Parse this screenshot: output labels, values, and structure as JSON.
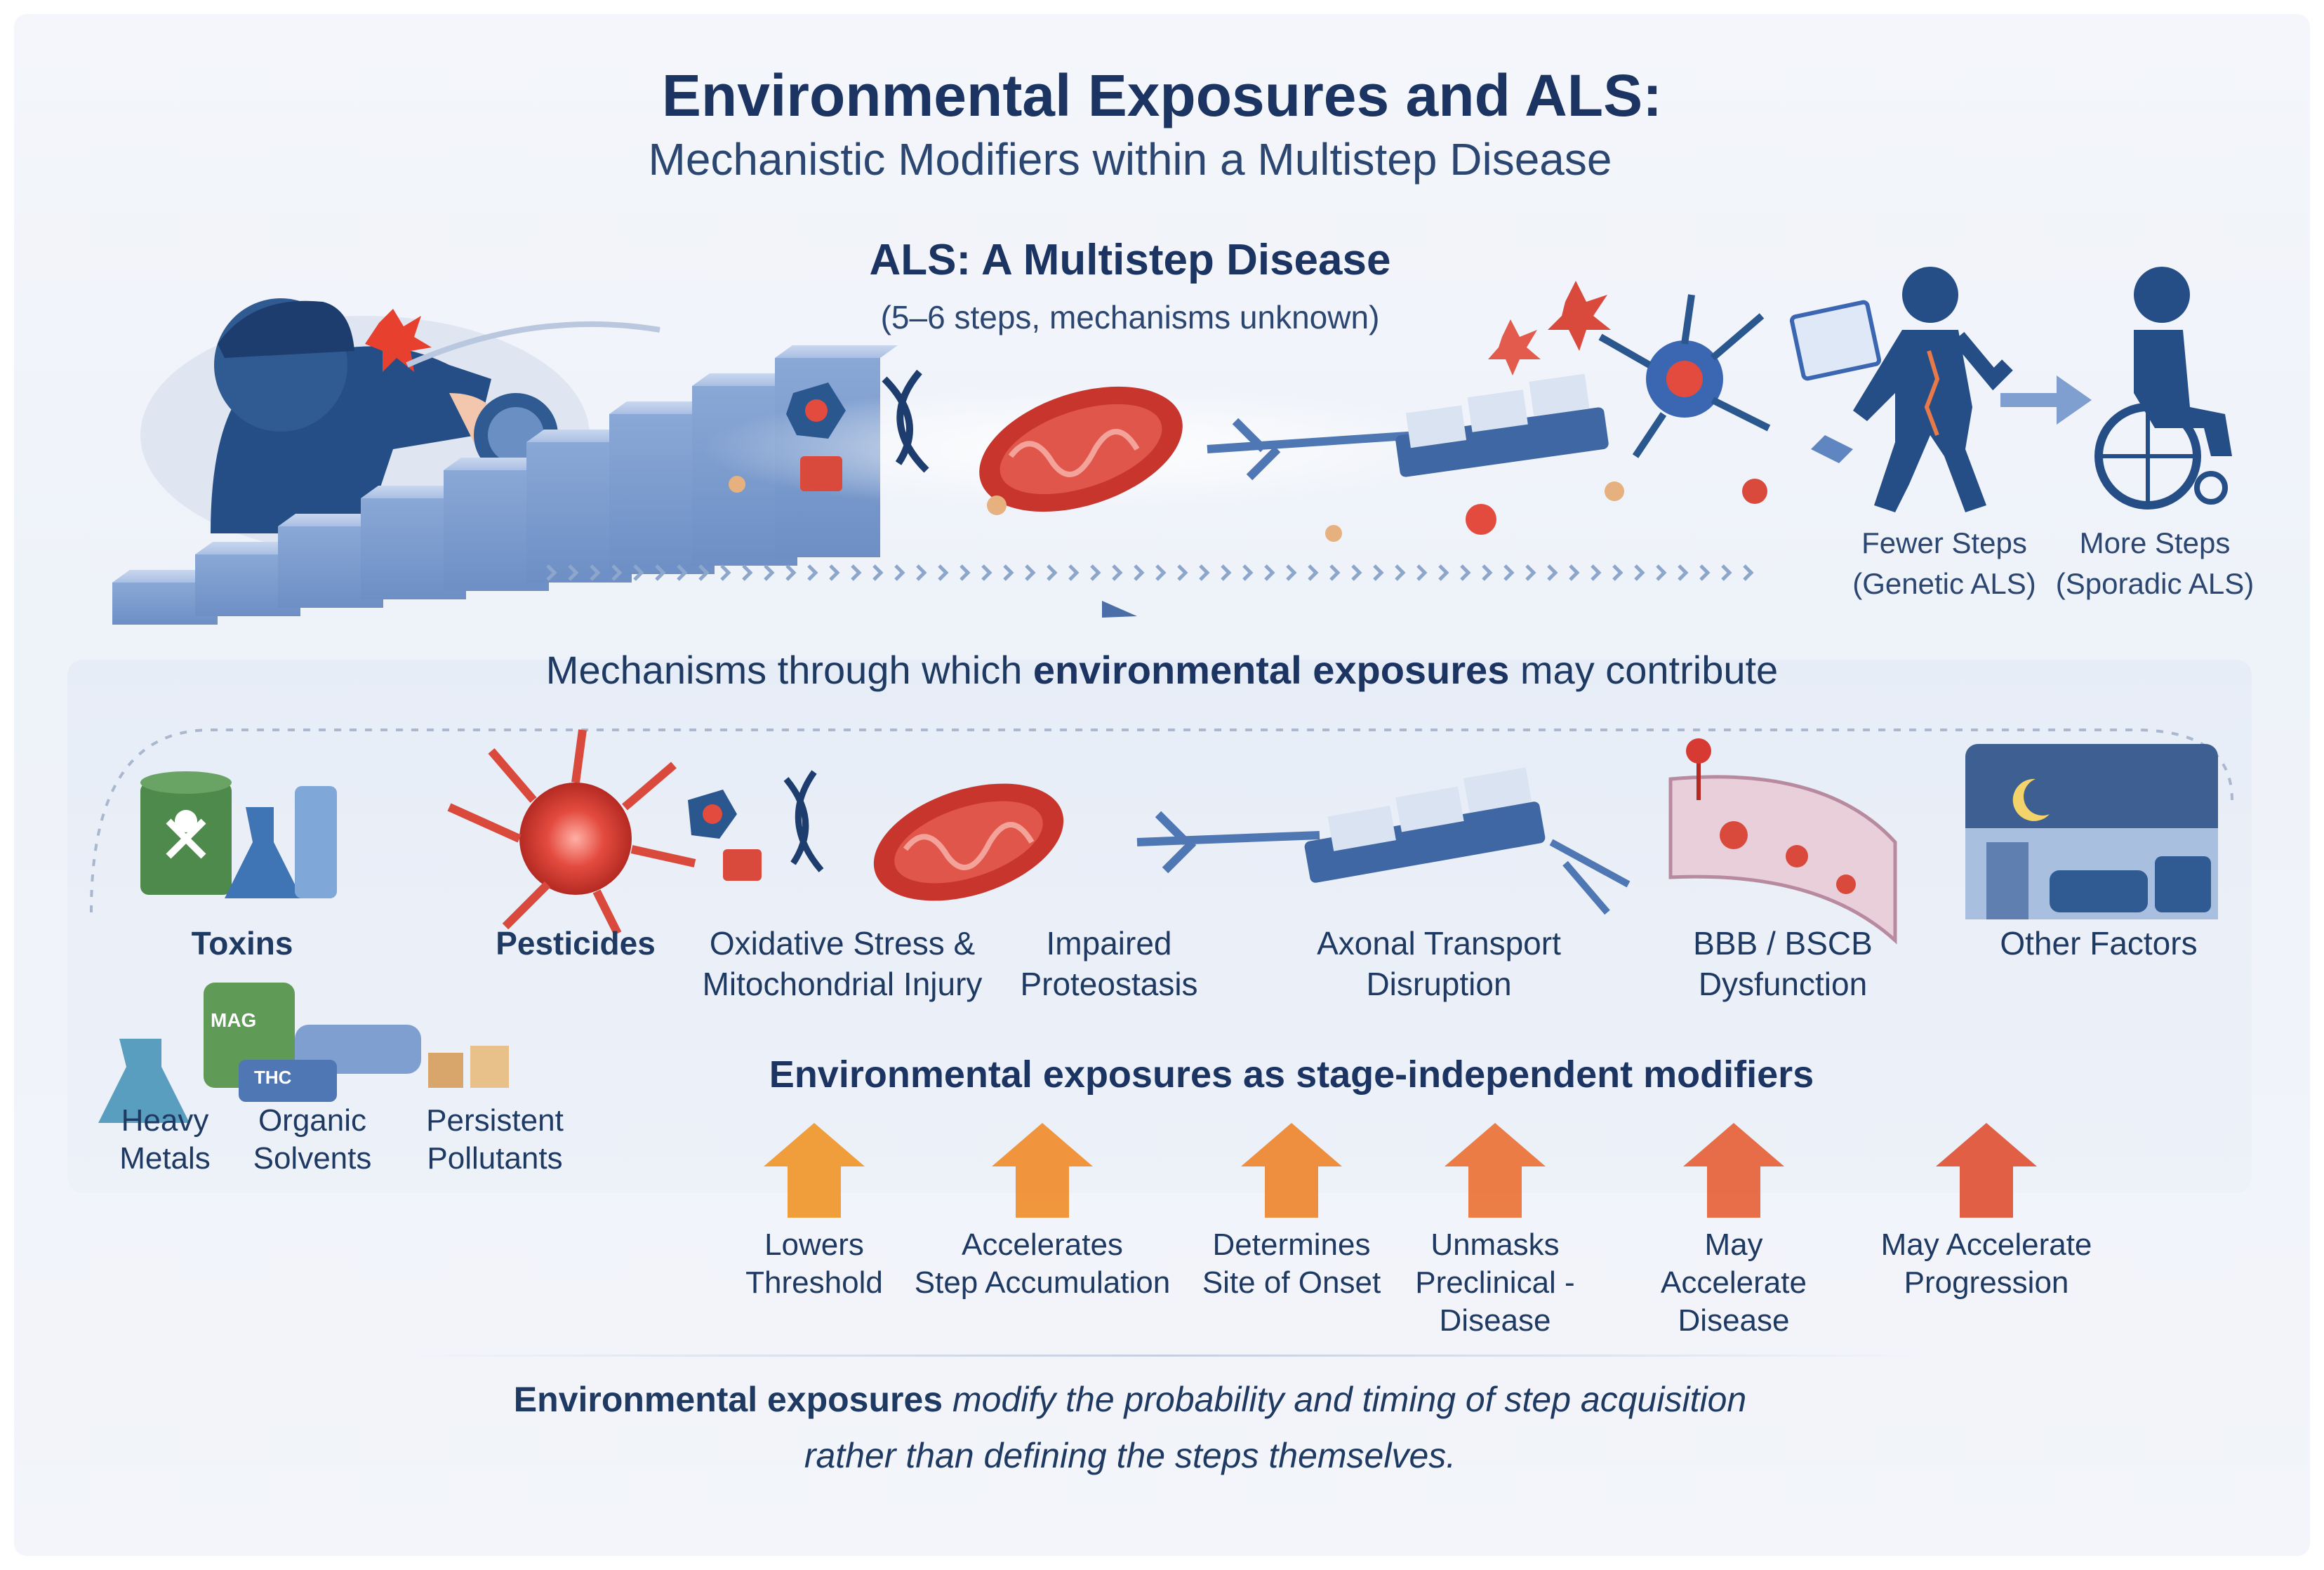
{
  "title": {
    "main": "Environmental Exposures and ALS:",
    "subtitle": "Mechanistic Modifiers within a Multistep Disease"
  },
  "multistep": {
    "heading": "ALS: A Multistep Disease",
    "subheading": "(5–6 steps, mechanisms unknown)",
    "fewer_steps": "Fewer Steps",
    "fewer_steps_note": "(Genetic ALS)",
    "more_steps": "More Steps",
    "more_steps_note": "(Sporadic ALS)"
  },
  "mechanisms": {
    "heading_pre": "Mechanisms through which ",
    "heading_bold": "environmental exposures",
    "heading_post": " may contribute",
    "items": [
      {
        "line1": "Toxins",
        "line2": ""
      },
      {
        "line1": "Pesticides",
        "line2": ""
      },
      {
        "line1": "Oxidative Stress &",
        "line2": "Mitochondrial Injury"
      },
      {
        "line1": "Impaired",
        "line2": "Proteostasis"
      },
      {
        "line1": "Axonal Transport",
        "line2": "Disruption"
      },
      {
        "line1": "BBB / BSCB",
        "line2": "Dysfunction"
      },
      {
        "line1": "Other Factors",
        "line2": ""
      }
    ],
    "toxin_types": [
      {
        "line1": "Heavy",
        "line2": "Metals"
      },
      {
        "line1": "Organic",
        "line2": "Solvents"
      },
      {
        "line1": "Persistent",
        "line2": "Pollutants"
      }
    ],
    "drum_label": "MAG",
    "can_label": "THC"
  },
  "modifiers": {
    "heading_pre": "Environmental exposures as stage-independent ",
    "heading_bold": "modifiers",
    "items": [
      {
        "line1": "Lowers",
        "line2": "Threshold",
        "line3": ""
      },
      {
        "line1": "Accelerates",
        "line2": "Step Accumulation",
        "line3": ""
      },
      {
        "line1": "Determines",
        "line2": "Site of Onset",
        "line3": ""
      },
      {
        "line1": "Unmasks",
        "line2": "Preclinical -",
        "line3": "Disease"
      },
      {
        "line1": "May",
        "line2": "Accelerate",
        "line3": "Disease"
      },
      {
        "line1": "May Accelerate",
        "line2": "Progression",
        "line3": ""
      }
    ],
    "arrow_colors": [
      "#f0962a",
      "#f08d2c",
      "#ee852f",
      "#ea7236",
      "#e6623a",
      "#df5235"
    ]
  },
  "conclusion": {
    "bold": "Environmental exposures",
    "line1_rest": " modify the probability and timing of step acquisition",
    "line2": "rather than defining the steps themselves."
  },
  "colors": {
    "navy": "#1c3461",
    "accent_red": "#d63a32",
    "step_blue": "#7f9fd0",
    "panel_bg": "#e7edf7"
  }
}
